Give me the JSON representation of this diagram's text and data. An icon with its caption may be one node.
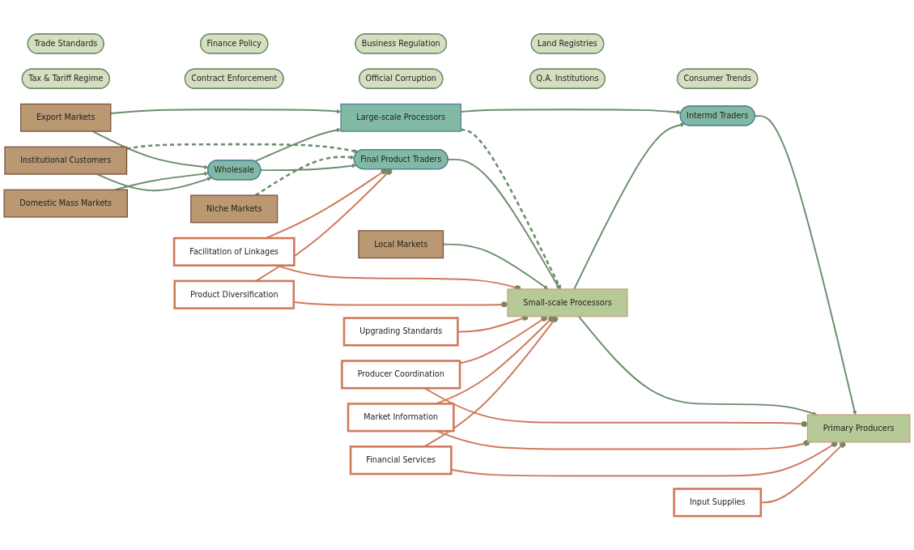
{
  "diagram": {
    "nodes": [
      {
        "text": [
          "Trade Standards"
        ]
      },
      {
        "text": [
          "Finance Policy"
        ]
      },
      {
        "text": [
          "Business Regulation"
        ]
      },
      {
        "text": [
          "Land Registries"
        ]
      },
      {
        "text": [
          "Tax & Tariff Regime"
        ]
      },
      {
        "text": [
          "Contract Enforcement"
        ]
      },
      {
        "text": [
          "Official Corruption"
        ]
      },
      {
        "text": [
          "Q.A. Institutions"
        ]
      },
      {
        "text": [
          "Consumer Trends"
        ]
      },
      {
        "text": [
          "Export Markets"
        ]
      },
      {
        "text": [
          "Domestic Mass Markets"
        ]
      },
      {
        "text": [
          "Institutional Customers"
        ]
      },
      {
        "text": [
          "Niche Markets"
        ]
      },
      {
        "text": [
          "Wholesale"
        ]
      },
      {
        "text": [
          "Large-scale Processors"
        ]
      },
      {
        "text": [
          "Final Product Traders"
        ]
      },
      {
        "text": [
          "Intermd Traders"
        ]
      },
      {
        "text": [
          "Small-scale Processors"
        ]
      },
      {
        "text": [
          "Local Markets"
        ]
      },
      {
        "text": [
          "Primary Producers"
        ]
      },
      {
        "text": [
          "Facilitation of Linkages"
        ]
      },
      {
        "text": [
          "Upgrading Standards"
        ]
      },
      {
        "text": [
          "Market Information"
        ]
      },
      {
        "text": [
          "Financial Services"
        ]
      },
      {
        "text": [
          "Product Diversification"
        ]
      },
      {
        "text": [
          "Producer Coordination"
        ]
      },
      {
        "text": [
          "Input Supplies"
        ]
      }
    ],
    "edges": [
      {
        "from": 9,
        "to": 14,
        "arrow": "to"
      },
      {
        "from": 9,
        "to": 13,
        "arrow": "to"
      },
      {
        "from": 10,
        "to": 13,
        "arrow": "to"
      },
      {
        "from": 11,
        "to": 13,
        "arrow": "to"
      },
      {
        "from": 11,
        "to": 15,
        "arrow": "to",
        "style": "dashed"
      },
      {
        "from": 12,
        "to": 15,
        "arrow": "to",
        "style": "dashed"
      },
      {
        "from": 13,
        "to": 14,
        "arrow": "to"
      },
      {
        "from": 13,
        "to": 15,
        "arrow": "to"
      },
      {
        "from": 14,
        "to": 16,
        "arrow": "to"
      },
      {
        "from": 14,
        "to": 17,
        "arrow": "to",
        "style": "dashed"
      },
      {
        "from": 15,
        "to": 17,
        "arrow": "to"
      },
      {
        "from": 18,
        "to": 17,
        "arrow": "to"
      },
      {
        "from": 17,
        "to": 16,
        "arrow": "to"
      },
      {
        "from": 16,
        "to": 19,
        "arrow": "to"
      },
      {
        "from": 17,
        "to": 19,
        "arrow": "to"
      },
      {
        "from": 20,
        "to": 15,
        "arrow": "other",
        "color": "#d0785a"
      },
      {
        "from": 20,
        "to": 17,
        "arrow": "other",
        "color": "#d0785a"
      },
      {
        "from": 24,
        "to": 15,
        "arrow": "other",
        "color": "#d0785a"
      },
      {
        "from": 24,
        "to": 17,
        "arrow": "other",
        "color": "#d0785a"
      },
      {
        "from": 21,
        "to": 17,
        "arrow": "other",
        "color": "#d0785a"
      },
      {
        "from": 25,
        "to": 17,
        "arrow": "other",
        "color": "#d0785a"
      },
      {
        "from": 25,
        "to": 19,
        "arrow": "other",
        "color": "#d0785a"
      },
      {
        "from": 22,
        "to": 17,
        "arrow": "other",
        "color": "#d0785a"
      },
      {
        "from": 22,
        "to": 19,
        "arrow": "other",
        "color": "#d0785a"
      },
      {
        "from": 23,
        "to": 17,
        "arrow": "other",
        "color": "#d0785a"
      },
      {
        "from": 23,
        "to": 19,
        "arrow": "other",
        "color": "#d0785a"
      },
      {
        "from": 26,
        "to": 19,
        "arrow": "other",
        "color": "#d0785a"
      }
    ]
  }
}
